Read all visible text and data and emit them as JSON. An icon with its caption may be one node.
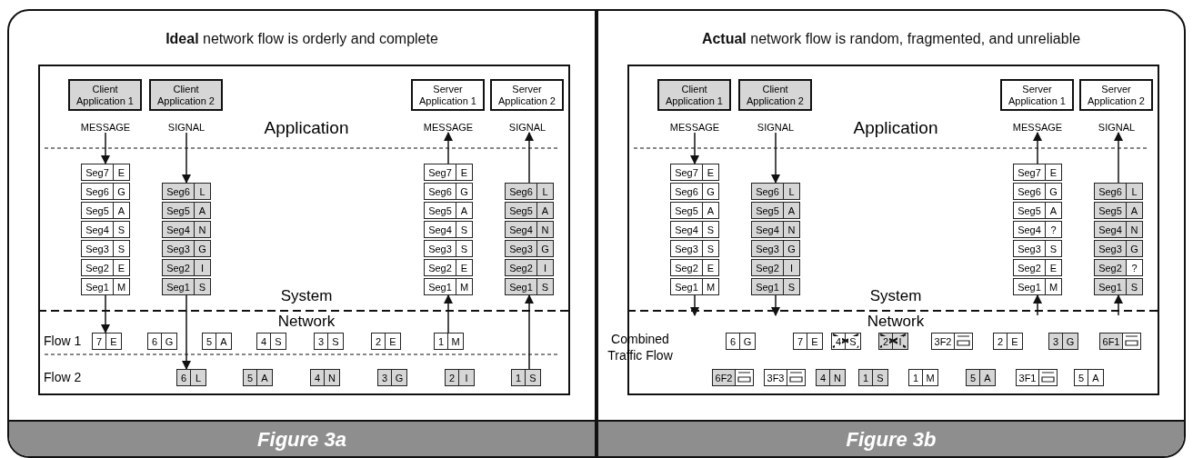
{
  "diagram": {
    "nodes": [
      {
        "text": [
          "**Ideal** network flow is orderly and complete",
          "Figure 3a"
        ]
      },
      {
        "text": [
          "Client Application 1"
        ],
        "in": 0
      },
      {
        "text": [
          "Client Application 2"
        ],
        "in": 0
      },
      {
        "text": [
          "Server Application 1"
        ],
        "in": 0
      },
      {
        "text": [
          "Server Application 2"
        ],
        "in": 0
      },
      {
        "text": [
          "MESSAGE"
        ],
        "in": 0
      },
      {
        "text": [
          "SIGNAL"
        ],
        "in": 0
      },
      {
        "text": [
          "MESSAGE"
        ],
        "in": 0
      },
      {
        "text": [
          "SIGNAL"
        ],
        "in": 0
      },
      {
        "text": [
          "Seg7",
          "E"
        ],
        "in": 0
      },
      {
        "text": [
          "Seg6",
          "G"
        ],
        "in": 0
      },
      {
        "text": [
          "Seg5",
          "A"
        ],
        "in": 0
      },
      {
        "text": [
          "Seg4",
          "S"
        ],
        "in": 0
      },
      {
        "text": [
          "Seg3",
          "S"
        ],
        "in": 0
      },
      {
        "text": [
          "Seg2",
          "E"
        ],
        "in": 0
      },
      {
        "text": [
          "Seg1",
          "M"
        ],
        "in": 0
      },
      {
        "text": [
          "Seg6",
          "L"
        ],
        "in": 0
      },
      {
        "text": [
          "Seg5",
          "A"
        ],
        "in": 0
      },
      {
        "text": [
          "Seg4",
          "N"
        ],
        "in": 0
      },
      {
        "text": [
          "Seg3",
          "G"
        ],
        "in": 0
      },
      {
        "text": [
          "Seg2",
          "I"
        ],
        "in": 0
      },
      {
        "text": [
          "Seg1",
          "S"
        ],
        "in": 0
      },
      {
        "text": [
          "Seg7",
          "E"
        ],
        "in": 0
      },
      {
        "text": [
          "Seg6",
          "G"
        ],
        "in": 0
      },
      {
        "text": [
          "Seg5",
          "A"
        ],
        "in": 0
      },
      {
        "text": [
          "Seg4",
          "S"
        ],
        "in": 0
      },
      {
        "text": [
          "Seg3",
          "S"
        ],
        "in": 0
      },
      {
        "text": [
          "Seg2",
          "E"
        ],
        "in": 0
      },
      {
        "text": [
          "Seg1",
          "M"
        ],
        "in": 0
      },
      {
        "text": [
          "Seg6",
          "L"
        ],
        "in": 0
      },
      {
        "text": [
          "Seg5",
          "A"
        ],
        "in": 0
      },
      {
        "text": [
          "Seg4",
          "N"
        ],
        "in": 0
      },
      {
        "text": [
          "Seg3",
          "G"
        ],
        "in": 0
      },
      {
        "text": [
          "Seg2",
          "I"
        ],
        "in": 0
      },
      {
        "text": [
          "Seg1",
          "S"
        ],
        "in": 0
      },
      {
        "text": [
          "7",
          "E"
        ],
        "in": 0
      },
      {
        "text": [
          "6",
          "G"
        ],
        "in": 0
      },
      {
        "text": [
          "5",
          "A"
        ],
        "in": 0
      },
      {
        "text": [
          "4",
          "S"
        ],
        "in": 0
      },
      {
        "text": [
          "3",
          "S"
        ],
        "in": 0
      },
      {
        "text": [
          "2",
          "E"
        ],
        "in": 0
      },
      {
        "text": [
          "1",
          "M"
        ],
        "in": 0
      },
      {
        "text": [
          "6",
          "L"
        ],
        "in": 0
      },
      {
        "text": [
          "5",
          "A"
        ],
        "in": 0
      },
      {
        "text": [
          "4",
          "N"
        ],
        "in": 0
      },
      {
        "text": [
          "3",
          "G"
        ],
        "in": 0
      },
      {
        "text": [
          "2",
          "I"
        ],
        "in": 0
      },
      {
        "text": [
          "1",
          "S"
        ],
        "in": 0
      },
      {
        "text": [
          "**Actual** network flow is random, fragmented, and unreliable",
          "Figure 3b"
        ]
      },
      {
        "text": [
          "Client Application 1"
        ],
        "in": 48
      },
      {
        "text": [
          "Client Application 2"
        ],
        "in": 48
      },
      {
        "text": [
          "Server Application 1"
        ],
        "in": 48
      },
      {
        "text": [
          "Server Application 2"
        ],
        "in": 48
      },
      {
        "text": [
          "MESSAGE"
        ],
        "in": 48
      },
      {
        "text": [
          "SIGNAL"
        ],
        "in": 48
      },
      {
        "text": [
          "MESSAGE"
        ],
        "in": 48
      },
      {
        "text": [
          "SIGNAL"
        ],
        "in": 48
      },
      {
        "text": [
          "Seg7",
          "E"
        ],
        "in": 48
      },
      {
        "text": [
          "Seg6",
          "G"
        ],
        "in": 48
      },
      {
        "text": [
          "Seg5",
          "A"
        ],
        "in": 48
      },
      {
        "text": [
          "Seg4",
          "S"
        ],
        "in": 48
      },
      {
        "text": [
          "Seg3",
          "S"
        ],
        "in": 48
      },
      {
        "text": [
          "Seg2",
          "E"
        ],
        "in": 48
      },
      {
        "text": [
          "Seg1",
          "M"
        ],
        "in": 48
      },
      {
        "text": [
          "Seg6",
          "L"
        ],
        "in": 48
      },
      {
        "text": [
          "Seg5",
          "A"
        ],
        "in": 48
      },
      {
        "text": [
          "Seg4",
          "N"
        ],
        "in": 48
      },
      {
        "text": [
          "Seg3",
          "G"
        ],
        "in": 48
      },
      {
        "text": [
          "Seg2",
          "I"
        ],
        "in": 48
      },
      {
        "text": [
          "Seg1",
          "S"
        ],
        "in": 48
      },
      {
        "text": [
          "Seg7",
          "E"
        ],
        "in": 48
      },
      {
        "text": [
          "Seg6",
          "G"
        ],
        "in": 48
      },
      {
        "text": [
          "Seg5",
          "A"
        ],
        "in": 48
      },
      {
        "text": [
          "Seg4",
          "?"
        ],
        "in": 48
      },
      {
        "text": [
          "Seg3",
          "S"
        ],
        "in": 48
      },
      {
        "text": [
          "Seg2",
          "E"
        ],
        "in": 48
      },
      {
        "text": [
          "Seg1",
          "M"
        ],
        "in": 48
      },
      {
        "text": [
          "Seg6",
          "L"
        ],
        "in": 48
      },
      {
        "text": [
          "Seg5",
          "A"
        ],
        "in": 48
      },
      {
        "text": [
          "Seg4",
          "N"
        ],
        "in": 48
      },
      {
        "text": [
          "Seg3",
          "G"
        ],
        "in": 48
      },
      {
        "text": [
          "Seg2",
          "?"
        ],
        "in": 48
      },
      {
        "text": [
          "Seg1",
          "S"
        ],
        "in": 48
      },
      {
        "text": [
          "6",
          "G"
        ],
        "in": 48
      },
      {
        "text": [
          "7",
          "E"
        ],
        "in": 48
      },
      {
        "text": [
          "4",
          "S"
        ],
        "in": 48
      },
      {
        "text": [
          "2",
          "I"
        ],
        "in": 48
      },
      {
        "text": [
          "3F2"
        ],
        "in": 48
      },
      {
        "text": [
          "2",
          "E"
        ],
        "in": 48
      },
      {
        "text": [
          "3",
          "G"
        ],
        "in": 48
      },
      {
        "text": [
          "6F1"
        ],
        "in": 48
      },
      {
        "text": [
          "6F2"
        ],
        "in": 48
      },
      {
        "text": [
          "3F3"
        ],
        "in": 48
      },
      {
        "text": [
          "4",
          "N"
        ],
        "in": 48
      },
      {
        "text": [
          "1",
          "S"
        ],
        "in": 48
      },
      {
        "text": [
          "1",
          "M"
        ],
        "in": 48
      },
      {
        "text": [
          "5",
          "A"
        ],
        "in": 48
      },
      {
        "text": [
          "3F1"
        ],
        "in": 48
      },
      {
        "text": [
          "5",
          "A"
        ],
        "in": 48
      }
    ],
    "edges": [
      {
        "from": 5,
        "to": 9,
        "arrow": "to"
      },
      {
        "from": 6,
        "to": 16,
        "arrow": "to"
      },
      {
        "from": 15,
        "to": 35,
        "arrow": "to"
      },
      {
        "from": 21,
        "to": 42,
        "arrow": "to"
      },
      {
        "from": 41,
        "to": 28,
        "arrow": "to"
      },
      {
        "from": 47,
        "to": 34,
        "arrow": "to"
      },
      {
        "from": 22,
        "to": 7,
        "arrow": "to"
      },
      {
        "from": 29,
        "to": 8,
        "arrow": "to"
      },
      {
        "from": 53,
        "to": 57,
        "arrow": "to"
      },
      {
        "from": 54,
        "to": 64,
        "arrow": "to"
      },
      {
        "from": 63,
        "to": null,
        "arrow": "to"
      },
      {
        "from": 69,
        "to": null,
        "arrow": "to"
      },
      {
        "from": null,
        "to": 76,
        "arrow": "to"
      },
      {
        "from": null,
        "to": 82,
        "arrow": "to"
      },
      {
        "from": 70,
        "to": 55,
        "arrow": "to"
      },
      {
        "from": 77,
        "to": 56,
        "arrow": "to"
      }
    ],
    "labels": [
      "Application",
      "System",
      "Network",
      "Flow 1",
      "Flow 2",
      "Application",
      "System",
      "Network",
      "Combined Traffic Flow"
    ]
  }
}
